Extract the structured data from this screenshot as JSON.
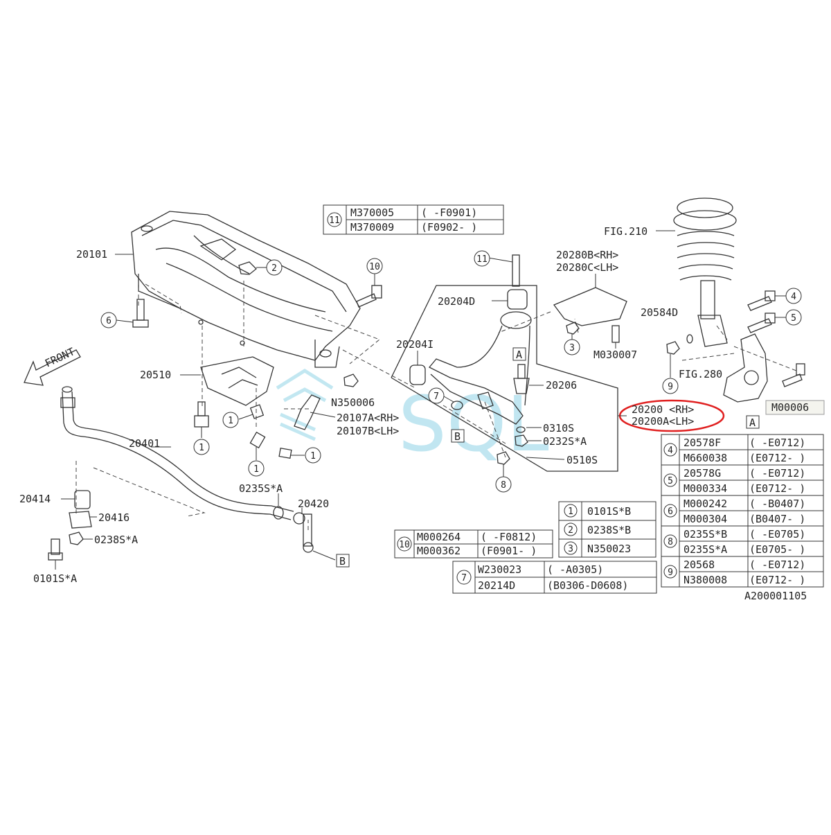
{
  "labels": {
    "crossmember": "20101",
    "front": "FRONT",
    "bracket_20510": "20510",
    "nut_n350006": "N350006",
    "link_20107a": "20107A<RH>",
    "link_20107b": "20107B<LH>",
    "stabilizer": "20401",
    "bushing_20414": "20414",
    "clamp_20416": "20416",
    "nut_0238s": "0238S*A",
    "bolt_0101s": "0101S*A",
    "washer_0235s": "0235S*A",
    "link_20420": "20420",
    "fig210": "FIG.210",
    "mount_20280b": "20280B<RH>",
    "mount_20280c": "20280C<LH>",
    "bolt_m030007": "M030007",
    "washer_20584d": "20584D",
    "fig280": "FIG.280",
    "box_m00006": "M00006",
    "bushing_20204d": "20204D",
    "bushing_20204i": "20204I",
    "balljoint_20206": "20206",
    "pin_0310s": "0310S",
    "nut_0232s": "0232S*A",
    "nut_0510s": "0510S",
    "arm_rh": "20200 <RH>",
    "arm_lh": "20200A<LH>",
    "diagram_code": "A200001105",
    "ref_a": "A",
    "ref_b": "B",
    "watermark": "SQL"
  },
  "callouts": [
    "1",
    "2",
    "3",
    "4",
    "5",
    "6",
    "7",
    "8",
    "9",
    "10",
    "11"
  ],
  "table11": {
    "ref": "11",
    "rows": [
      {
        "part": "M370005",
        "range": "(  -F0901)"
      },
      {
        "part": "M370009",
        "range": "(F0902-  )"
      }
    ]
  },
  "table10": {
    "ref": "10",
    "rows": [
      {
        "part": "M000264",
        "range": "( -F0812)"
      },
      {
        "part": "M000362",
        "range": "(F0901- )"
      }
    ]
  },
  "table123": {
    "rows": [
      {
        "ref": "1",
        "part": "0101S*B"
      },
      {
        "ref": "2",
        "part": "0238S*B"
      },
      {
        "ref": "3",
        "part": "N350023"
      }
    ]
  },
  "table7": {
    "ref": "7",
    "rows": [
      {
        "part": "W230023",
        "range": "(         -A0305)"
      },
      {
        "part": "20214D",
        "range": "(B0306-D0608)"
      }
    ]
  },
  "table_right": {
    "groups": [
      {
        "ref": "4",
        "rows": [
          {
            "part": "20578F",
            "range": "( -E0712)"
          },
          {
            "part": "M660038",
            "range": "(E0712- )"
          }
        ]
      },
      {
        "ref": "5",
        "rows": [
          {
            "part": "20578G",
            "range": "( -E0712)"
          },
          {
            "part": "M000334",
            "range": "(E0712- )"
          }
        ]
      },
      {
        "ref": "6",
        "rows": [
          {
            "part": "M000242",
            "range": "( -B0407)"
          },
          {
            "part": "M000304",
            "range": "(B0407- )"
          }
        ]
      },
      {
        "ref": "8",
        "rows": [
          {
            "part": "0235S*B",
            "range": "( -E0705)"
          },
          {
            "part": "0235S*A",
            "range": "(E0705- )"
          }
        ]
      },
      {
        "ref": "9",
        "rows": [
          {
            "part": "20568",
            "range": "( -E0712)"
          },
          {
            "part": "N380008",
            "range": "(E0712- )"
          }
        ]
      }
    ]
  },
  "colors": {
    "highlight": "#e02020",
    "line": "#333333",
    "watermark": "#8fd3e6"
  }
}
